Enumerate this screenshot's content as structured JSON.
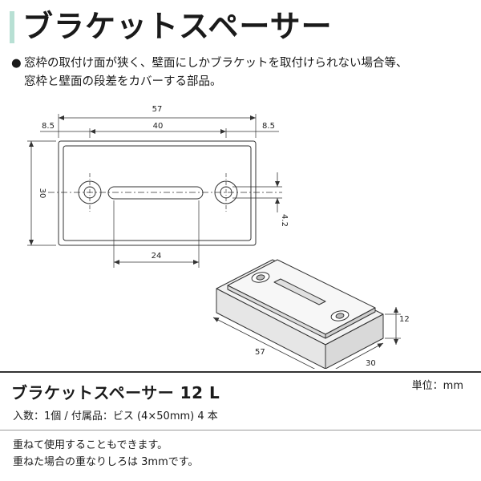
{
  "header": {
    "title": "ブラケットスペーサー"
  },
  "description": {
    "bullet": "●",
    "line1": "窓枠の取付け面が狭く、壁面にしかブラケットを取付けられない場合等、",
    "line2": "窓枠と壁面の段差をカバーする部品。"
  },
  "drawing": {
    "dim_total_width": "57",
    "dim_hole_pitch": "40",
    "dim_left_margin": "8.5",
    "dim_right_margin": "8.5",
    "dim_height": "30",
    "dim_hole": "4.2",
    "dim_slot": "24",
    "dim_iso_length": "57",
    "dim_iso_width": "30",
    "dim_iso_thickness": "12"
  },
  "unit_label": "単位：mm",
  "product": {
    "name": "ブラケットスペーサー 12 L",
    "spec": "入数：1個 / 付属品：ビス (4×50mm) 4 本"
  },
  "notes": {
    "line1": "重ねて使用することもできます。",
    "line2": "重ねた場合の重なりしろは 3mmです。"
  },
  "colors": {
    "accent_bar": "#b8e0d4",
    "line": "#333333"
  }
}
